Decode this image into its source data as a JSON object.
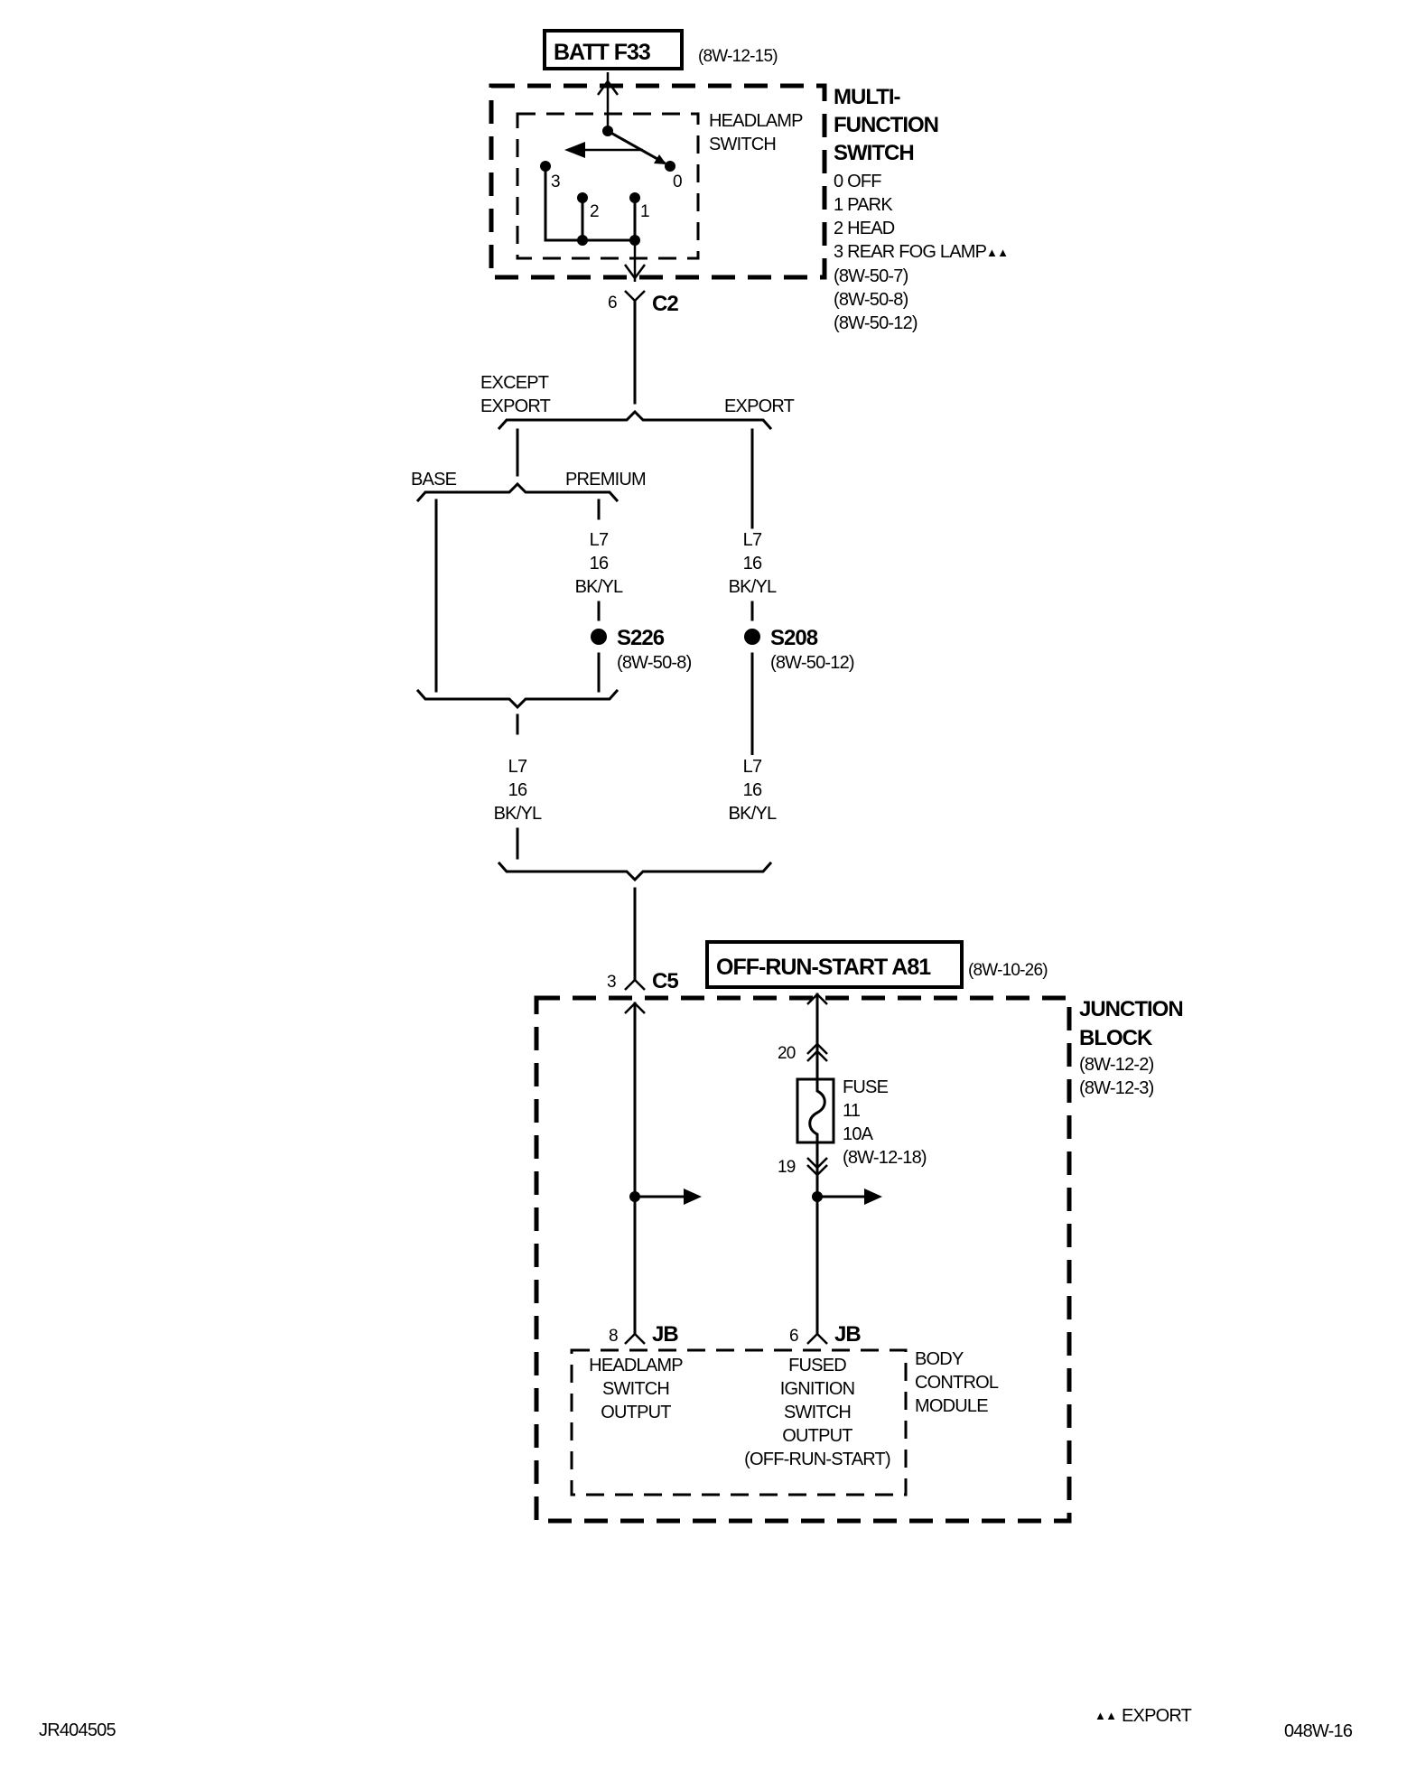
{
  "diagram": {
    "batt_source": {
      "label": "BATT F33",
      "ref": "(8W-12-15)"
    },
    "multi_function_switch": {
      "title_lines": [
        "MULTI-",
        "FUNCTION",
        "SWITCH"
      ],
      "inner_label_lines": [
        "HEADLAMP",
        "SWITCH"
      ],
      "positions": [
        "0 OFF",
        "1 PARK",
        "2 HEAD",
        "3 REAR FOG LAMP"
      ],
      "position_marker": "▲▲",
      "refs": [
        "(8W-50-7)",
        "(8W-50-8)",
        "(8W-50-12)"
      ],
      "contacts": {
        "c0": "0",
        "c1": "1",
        "c2": "2",
        "c3": "3"
      }
    },
    "connector_c2": {
      "pin": "6",
      "name": "C2"
    },
    "branch_top": {
      "left": [
        "EXCEPT",
        "EXPORT"
      ],
      "right": "EXPORT"
    },
    "branch_mid": {
      "left": "BASE",
      "right": "PREMIUM"
    },
    "wire_premium": {
      "circuit": "L7",
      "gauge": "16",
      "color": "BK/YL"
    },
    "wire_export": {
      "circuit": "L7",
      "gauge": "16",
      "color": "BK/YL"
    },
    "splice_s226": {
      "name": "S226",
      "ref": "(8W-50-8)"
    },
    "splice_s208": {
      "name": "S208",
      "ref": "(8W-50-12)"
    },
    "wire_lower_left": {
      "circuit": "L7",
      "gauge": "16",
      "color": "BK/YL"
    },
    "wire_lower_right": {
      "circuit": "L7",
      "gauge": "16",
      "color": "BK/YL"
    },
    "connector_c5": {
      "pin": "3",
      "name": "C5"
    },
    "ignition_source": {
      "label": "OFF-RUN-START A81",
      "ref": "(8W-10-26)"
    },
    "junction_block": {
      "title_lines": [
        "JUNCTION",
        "BLOCK"
      ],
      "refs": [
        "(8W-12-2)",
        "(8W-12-3)"
      ]
    },
    "fuse": {
      "pin_in": "20",
      "pin_out": "19",
      "lines": [
        "FUSE",
        "11",
        "10A",
        "(8W-12-18)"
      ]
    },
    "jb_connector_left": {
      "pin": "8",
      "name": "JB"
    },
    "jb_connector_right": {
      "pin": "6",
      "name": "JB"
    },
    "body_control_module": {
      "title_lines": [
        "BODY",
        "CONTROL",
        "MODULE"
      ],
      "input_left_lines": [
        "HEADLAMP",
        "SWITCH",
        "OUTPUT"
      ],
      "input_right_lines": [
        "FUSED",
        "IGNITION",
        "SWITCH",
        "OUTPUT",
        "(OFF-RUN-START)"
      ]
    }
  },
  "footer": {
    "figure_id": "JR404505",
    "legend_marker": "▲▲",
    "legend_text": "EXPORT",
    "page_number": "048W-16"
  }
}
